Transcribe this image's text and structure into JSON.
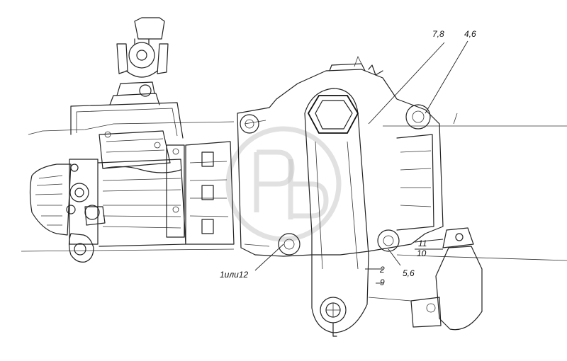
{
  "diagram": {
    "labels": {
      "l_78": "7,8",
      "l_46": "4,6",
      "l_11": "11",
      "l_10": "10",
      "l_56": "5,6",
      "l_2": "2",
      "l_9": "9",
      "l_1or12": "1или12"
    }
  }
}
